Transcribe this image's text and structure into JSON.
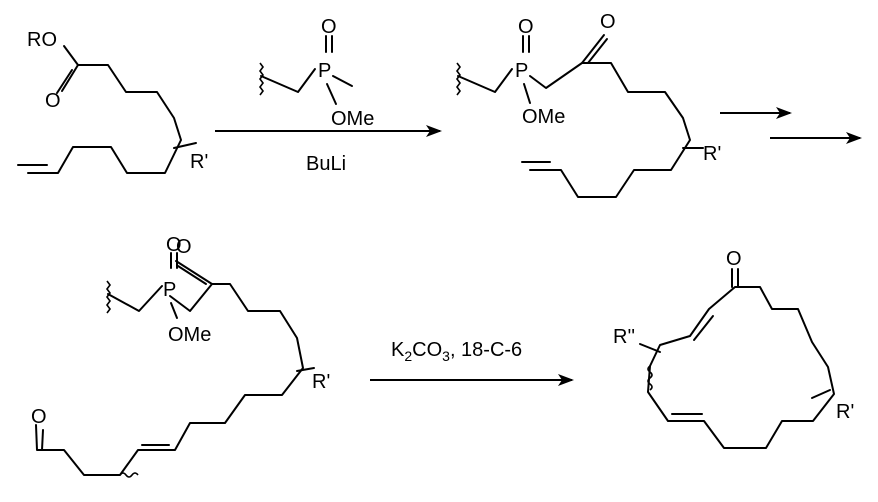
{
  "molecule_1": {
    "ester_label": "RO",
    "carbonyl_o": "O",
    "substituent": "R'"
  },
  "reagent": {
    "p_label": "P",
    "p_oxo": "O",
    "p_ome": "OMe"
  },
  "arrow_1": {
    "conditions_below": "BuLi"
  },
  "molecule_2": {
    "p_label": "P",
    "p_oxo": "O",
    "p_ome": "OMe",
    "ketone_o": "O",
    "substituent": "R'"
  },
  "molecule_3": {
    "p_label": "P",
    "p_oxo": "O",
    "p_ome": "OMe",
    "ketone_o": "O",
    "aldehyde_o": "O",
    "substituent": "R'"
  },
  "arrow_3": {
    "conditions_main": "K",
    "conditions_sub": "2",
    "conditions_mid": "CO",
    "conditions_sub2": "3",
    "conditions_tail": ", 18-C-6"
  },
  "product": {
    "ketone_o": "O",
    "substituent_1": "R''",
    "substituent_2": "R'"
  }
}
